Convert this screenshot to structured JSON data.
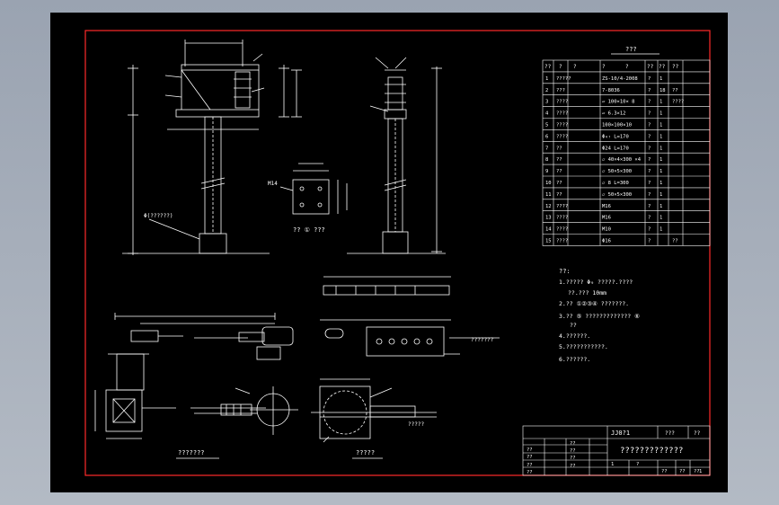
{
  "table": {
    "title": "???",
    "headers": [
      "??",
      "?",
      "?",
      "?",
      "?",
      "??",
      "??",
      "??"
    ],
    "rows": [
      {
        "no": "1",
        "name": "?????",
        "spec": "ZS-10/4-2008",
        "qty": "?",
        "num": "1",
        "remark": ""
      },
      {
        "no": "2",
        "name": "???",
        "spec": "7-8036",
        "qty": "?",
        "num": "18",
        "remark": "??"
      },
      {
        "no": "3",
        "name": "????",
        "spec": "▱ 100×10× 8",
        "qty": "?",
        "num": "1",
        "remark": "????"
      },
      {
        "no": "4",
        "name": "????",
        "spec": "▱ 6.3×12",
        "qty": "?",
        "num": "1",
        "remark": ""
      },
      {
        "no": "5",
        "name": "????",
        "spec": "100×100×10",
        "qty": "?",
        "num": "1",
        "remark": ""
      },
      {
        "no": "6",
        "name": "????",
        "spec": "Φ₄₇ L=170",
        "qty": "?",
        "num": "1",
        "remark": ""
      },
      {
        "no": "7",
        "name": "??",
        "spec": "Φ24 L=170",
        "qty": "?",
        "num": "1",
        "remark": ""
      },
      {
        "no": "8",
        "name": "??",
        "spec": "▱ 40×4×300 ×4",
        "qty": "?",
        "num": "1",
        "remark": ""
      },
      {
        "no": "9",
        "name": "??",
        "spec": "▱ 50×5×300",
        "qty": "?",
        "num": "1",
        "remark": ""
      },
      {
        "no": "10",
        "name": "??",
        "spec": "▱ 8  L=300",
        "qty": "?",
        "num": "1",
        "remark": ""
      },
      {
        "no": "11",
        "name": "??",
        "spec": "▱ 50×5×300",
        "qty": "?",
        "num": "1",
        "remark": ""
      },
      {
        "no": "12",
        "name": "????",
        "spec": "M16",
        "qty": "?",
        "num": "1",
        "remark": ""
      },
      {
        "no": "13",
        "name": "????",
        "spec": "M16",
        "qty": "?",
        "num": "1",
        "remark": ""
      },
      {
        "no": "14",
        "name": "????",
        "spec": "M10",
        "qty": "?",
        "num": "1",
        "remark": ""
      },
      {
        "no": "15",
        "name": "????",
        "spec": "Φ16",
        "qty": "?",
        "num": "",
        "remark": "??"
      }
    ]
  },
  "notes": {
    "heading": "??:",
    "lines": [
      "1.????? Φ₉ ?????.????",
      "??.??? 10mm",
      "2.?? ①②③④ ???????.",
      "3.?? ⑤ ?????????????  ⑥",
      "??",
      "4.??????.",
      "5.???????????.",
      "6.??????."
    ]
  },
  "title_block": {
    "drawing_no": "JJ0?1",
    "scale_label": "???",
    "sheet_label": "??",
    "main_title": "?????????????",
    "left_rows": [
      "??",
      "??",
      "??",
      "??"
    ],
    "mid_rows": [
      "??",
      "??",
      "??",
      "??"
    ],
    "bottom_cells": [
      "1",
      "?",
      "??",
      "??",
      "??",
      "1"
    ]
  },
  "labels": {
    "view_a": "?? ① ???",
    "view_b": "???????",
    "view_c": "?????",
    "callout_foundation": "Φ(??????)",
    "callout_m14": "M14",
    "callout_detail": "???????",
    "callout_weld": "?????"
  },
  "colors": {
    "frame": "#ff2a2a",
    "line": "#ffffff",
    "paper": "#000000"
  }
}
